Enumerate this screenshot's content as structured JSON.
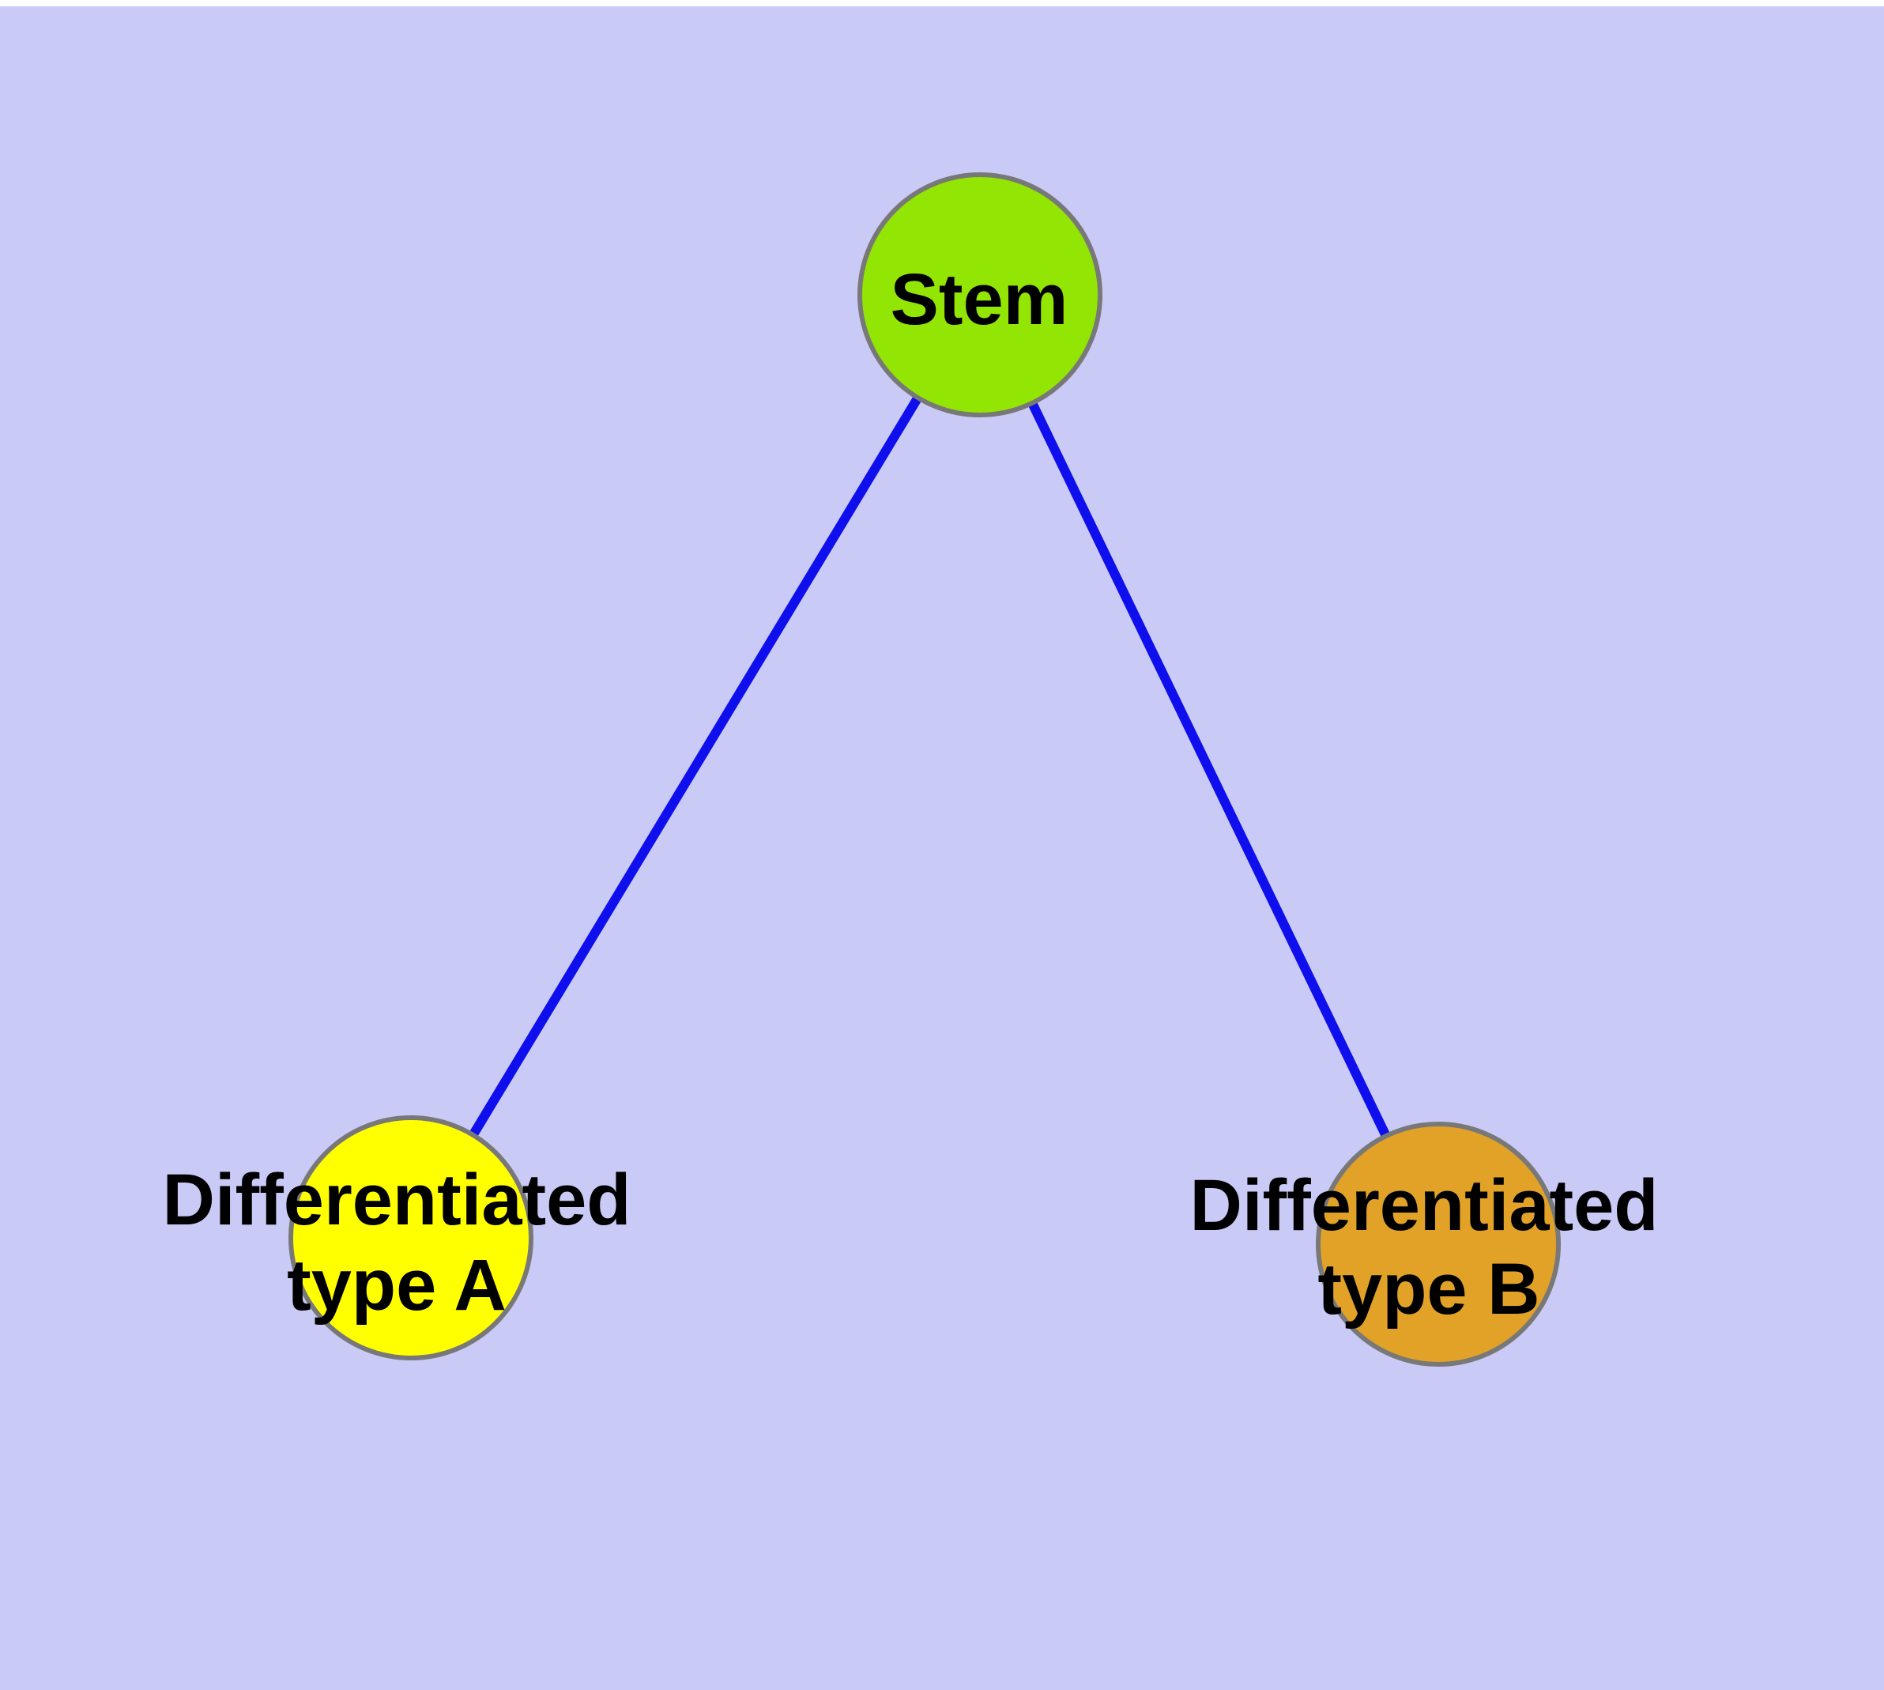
{
  "diagram": {
    "background_color": "#cacaf6",
    "margin_color": "#ffffff",
    "edge_color": "#0f0fee",
    "node_border_color": "#787878",
    "label_color": "#000000",
    "nodes": {
      "stem": {
        "label": "Stem",
        "fill": "#93e504"
      },
      "type_a": {
        "label": "Differentiated type A",
        "label_line1": "Differentiated",
        "label_line2": "type A",
        "fill": "#ffff00"
      },
      "type_b": {
        "label": "Differentiated type B",
        "label_line1": "Differentiated",
        "label_line2": "type B",
        "fill": "#e2a228"
      }
    },
    "edges": [
      {
        "from": "Stem",
        "to": "Differentiated type A"
      },
      {
        "from": "Stem",
        "to": "Differentiated type B"
      }
    ]
  }
}
